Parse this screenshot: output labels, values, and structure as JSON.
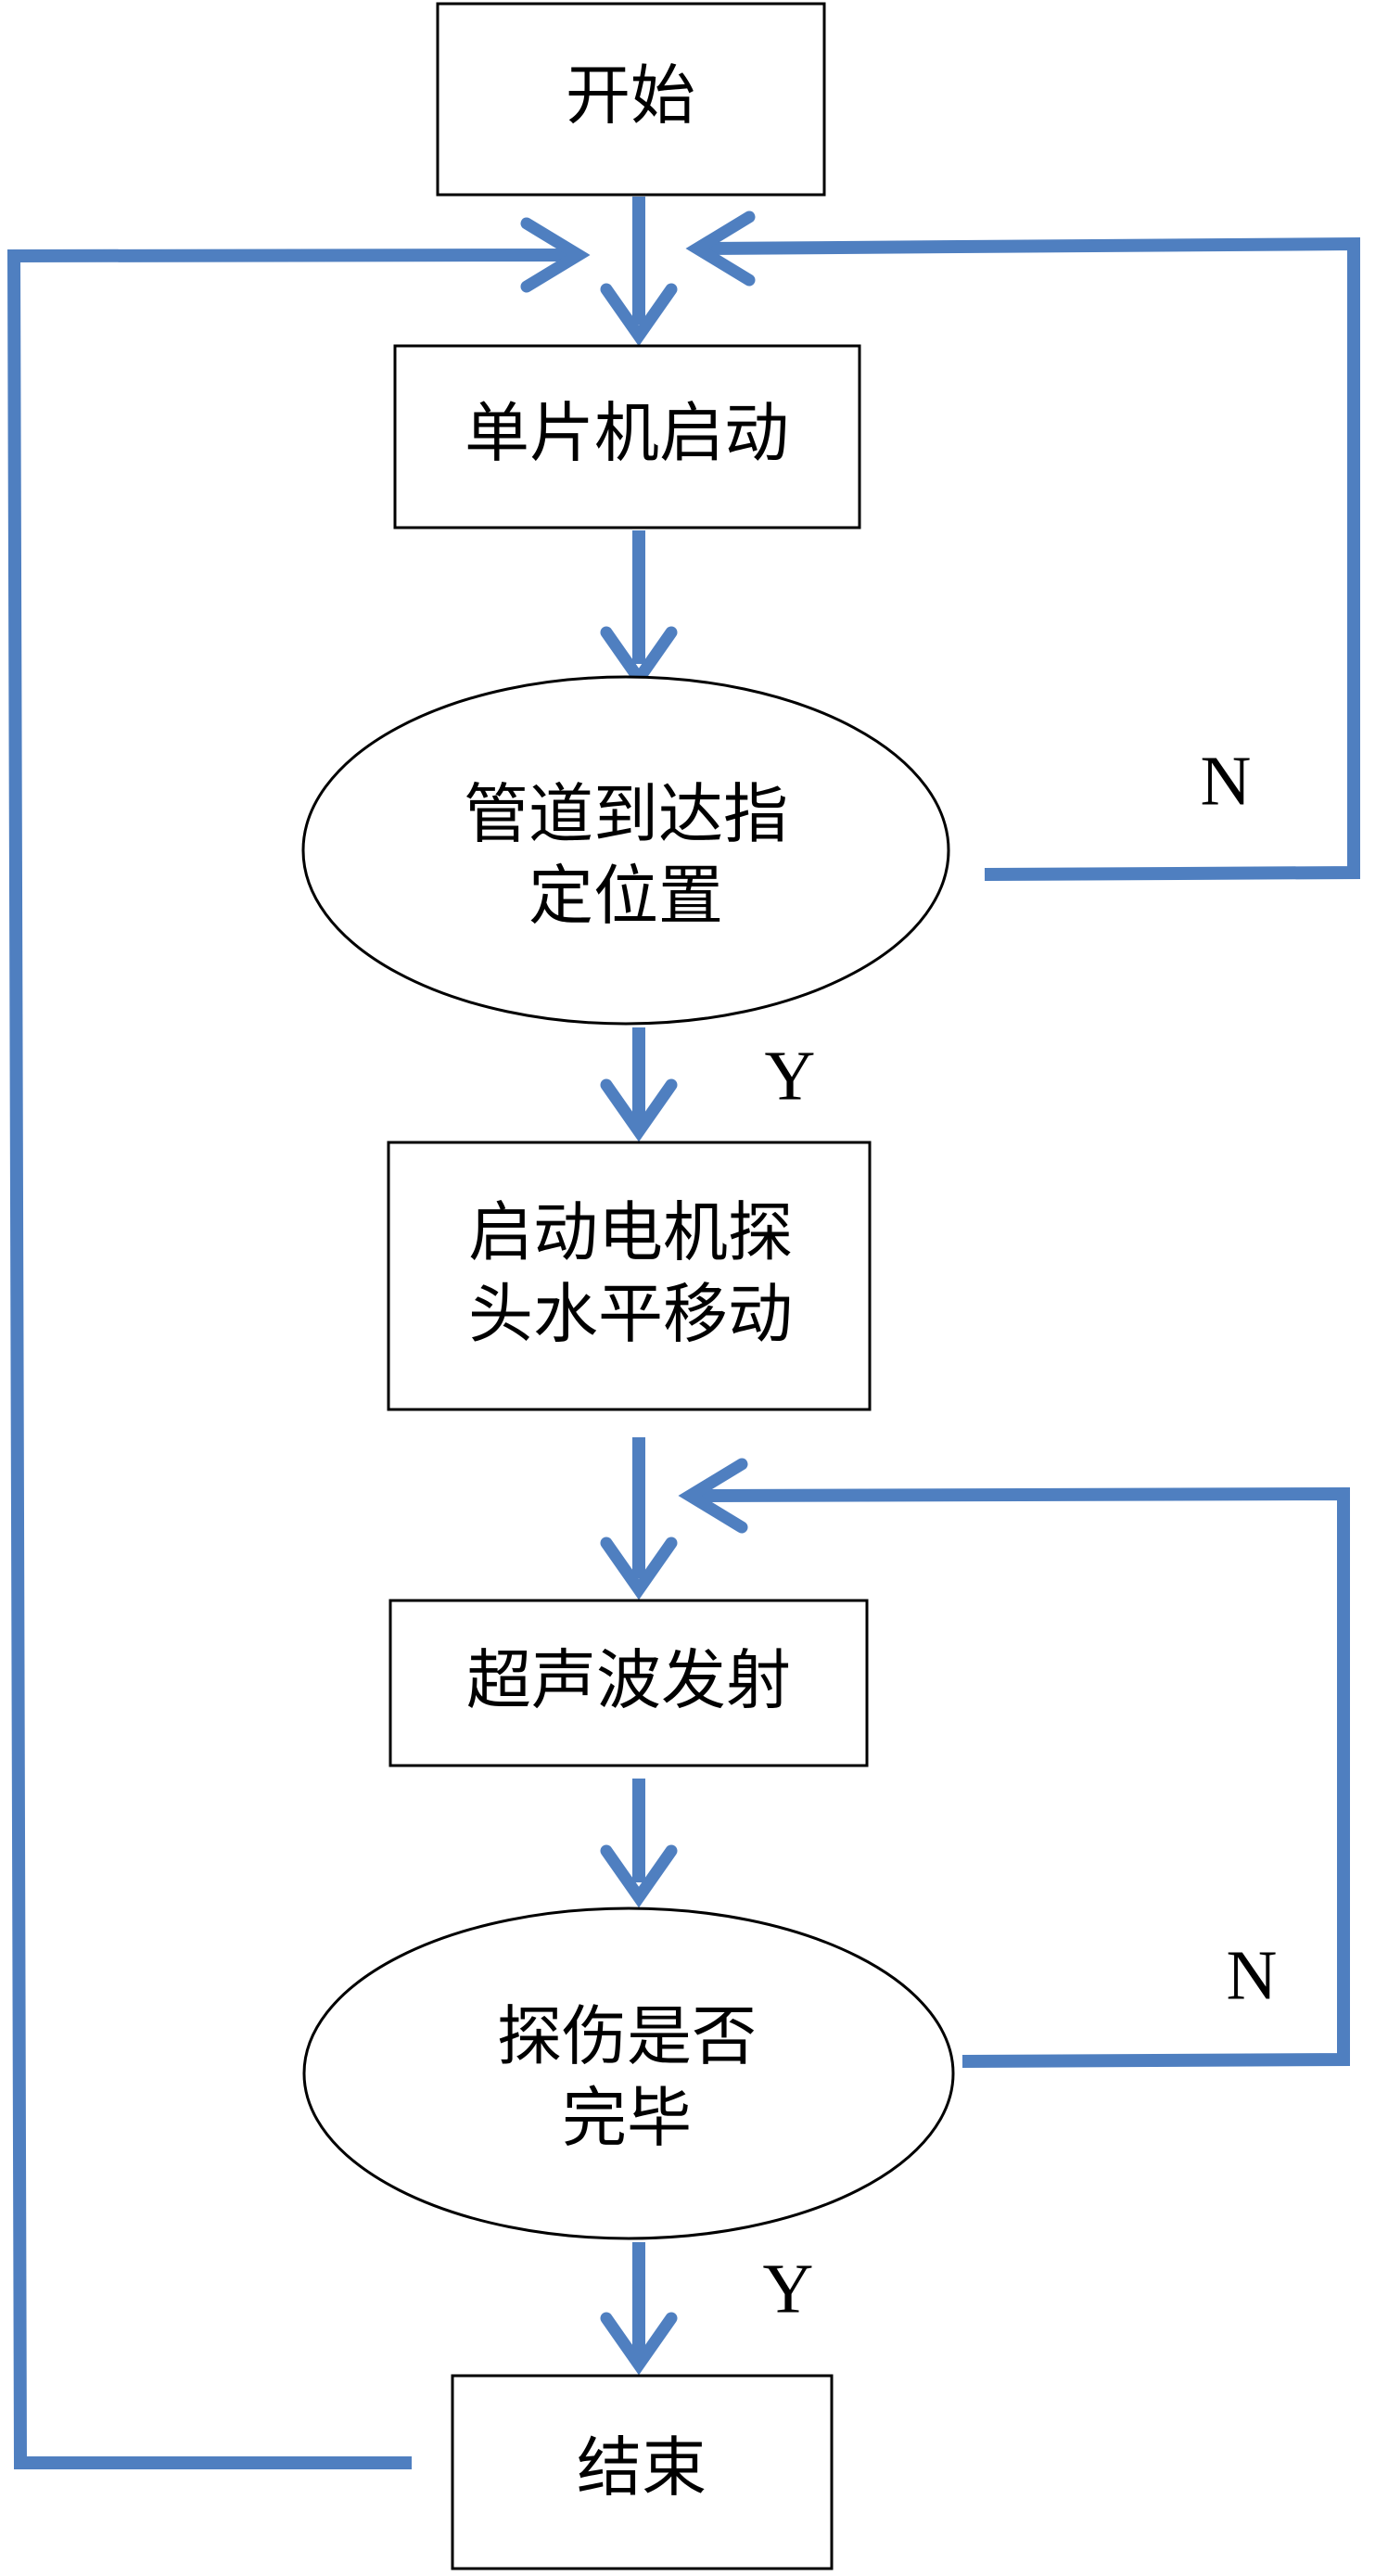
{
  "colors": {
    "connector": "#4f7fc0",
    "node_border": "#000000",
    "node_fill": "#ffffff",
    "text": "#000000"
  },
  "nodes": {
    "start": {
      "shape": "rectangle",
      "lines": [
        "开始"
      ]
    },
    "mcu_start": {
      "shape": "rectangle",
      "lines": [
        "单片机启动"
      ]
    },
    "pipe_check": {
      "shape": "ellipse",
      "lines": [
        "管道到达指",
        "定位置"
      ]
    },
    "motor_move": {
      "shape": "rectangle",
      "lines": [
        "启动电机探",
        "头水平移动"
      ]
    },
    "ultrasonic": {
      "shape": "rectangle",
      "lines": [
        "超声波发射"
      ]
    },
    "inspect_check": {
      "shape": "ellipse",
      "lines": [
        "探伤是否",
        "完毕"
      ]
    },
    "end": {
      "shape": "rectangle",
      "lines": [
        "结束"
      ]
    }
  },
  "branch_labels": {
    "pipe_no": "N",
    "pipe_yes": "Y",
    "inspect_no": "N",
    "inspect_yes": "Y"
  }
}
